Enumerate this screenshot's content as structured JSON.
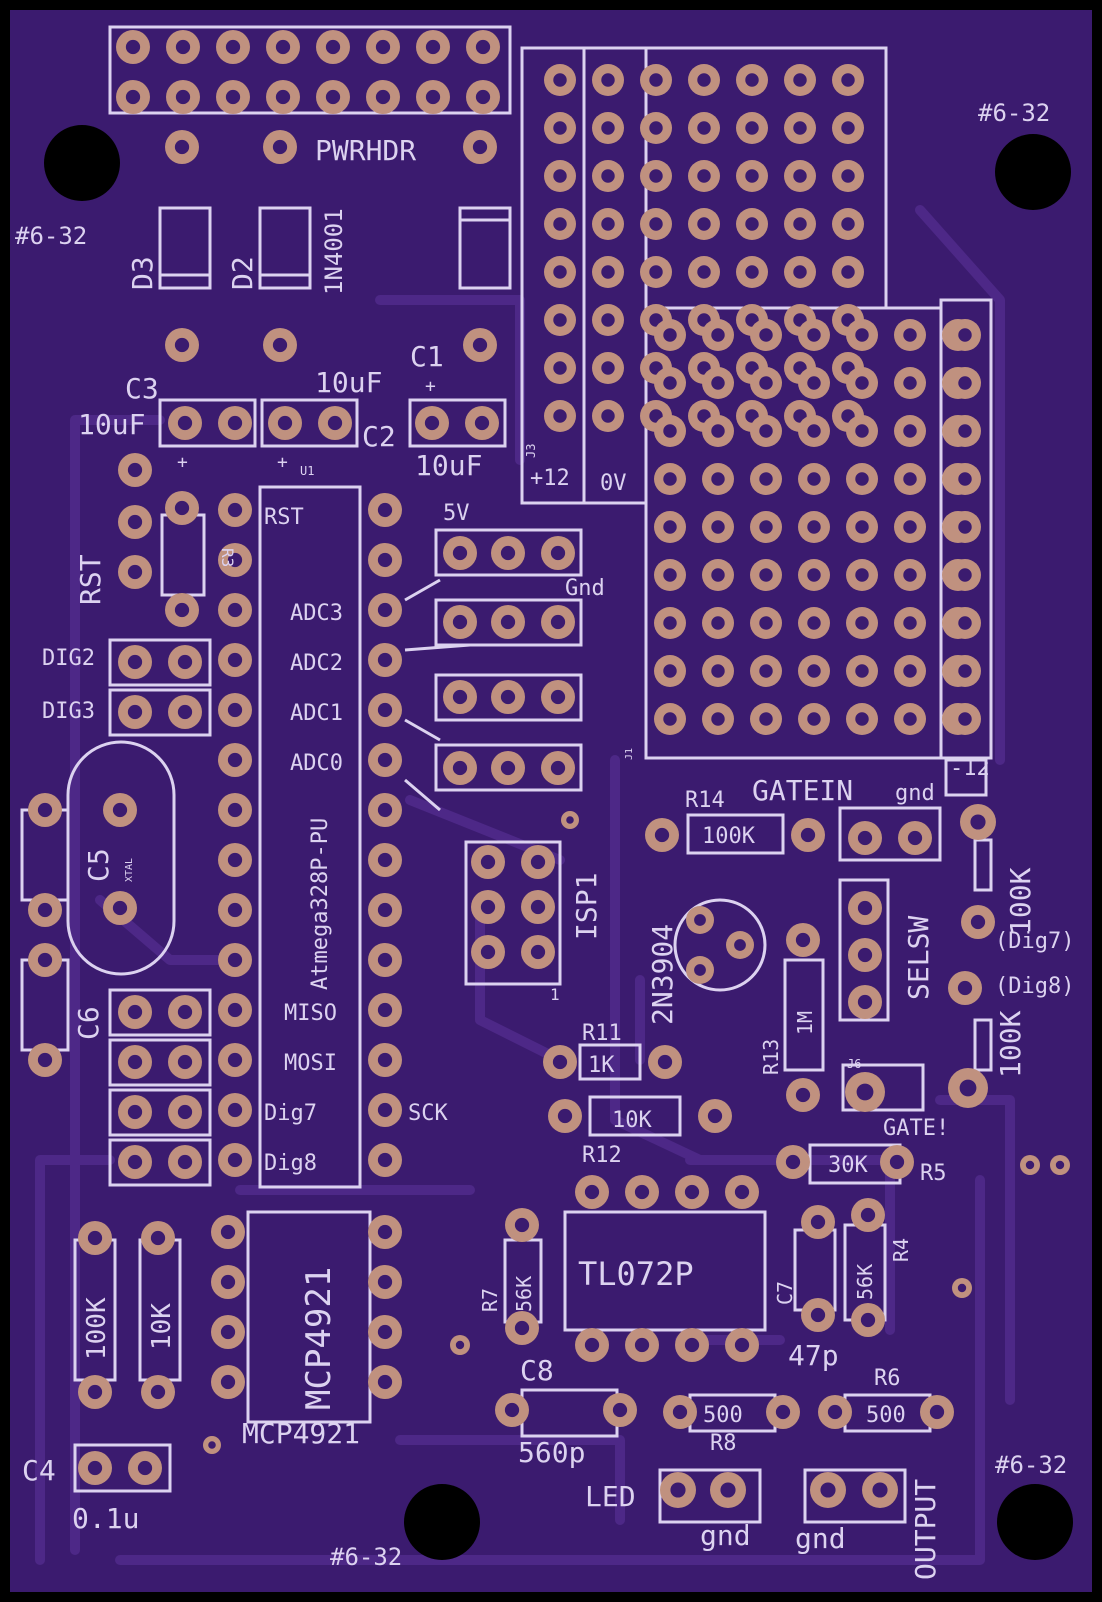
{
  "colors": {
    "board": "#3b1b6f",
    "edge": "#000000",
    "silkscreen": "#dcd2f0",
    "pad": "#c0917f",
    "trace": "#4d2887"
  },
  "labels": {
    "pwrhdr": "PWRHDR",
    "mount_tr": "#6-32",
    "mount_tl": "#6-32",
    "mount_br": "#6-32",
    "mount_bl": "#6-32",
    "d3": "D3",
    "d2": "D2",
    "diode_type": "1N4001",
    "c1": "C1",
    "c1_val": "10uF",
    "c2": "C2",
    "c2_val": "10uF",
    "c3": "C3",
    "c3_val": "10uF",
    "plus": "+",
    "u1": "U1",
    "j3": "J3",
    "v12": "+12",
    "v0": "0V",
    "rst": "RST",
    "r3": "R3",
    "rst_pin": "RST",
    "adc3": "ADC3",
    "adc2": "ADC2",
    "adc1": "ADC1",
    "adc0": "ADC0",
    "miso": "MISO",
    "mosi": "MOSI",
    "dig7": "Dig7",
    "dig8": "Dig8",
    "sck": "SCK",
    "chip": "Atmega328P-PU",
    "v5": "5V",
    "gnd_hdr": "Gnd",
    "dig2": "DIG2",
    "dig3": "DIG3",
    "c5": "C5",
    "xtal": "XTAL",
    "c6": "C6",
    "isp1": "ISP1",
    "isp_pin1": "1",
    "j1": "J1",
    "vneg12": "-12",
    "r14": "R14",
    "r14_val": "100K",
    "gatein": "GATEIN",
    "gnd1": "gnd",
    "selsw": "SELSW",
    "pot_top": "100K",
    "pot_top_pin": "(Dig7)",
    "pot_bot_pin": "(Dig8)",
    "pot_bot": "100K",
    "q1": "2N3904",
    "r13": "R13",
    "r13_val": "1M",
    "j6": "J6",
    "gate": "GATE!",
    "r11": "R11",
    "r11_val": "1K",
    "r12": "R12",
    "r12_val": "10K",
    "r5": "R5",
    "r5_val": "30K",
    "r4": "R4",
    "r4_val": "56K",
    "r7": "R7",
    "r7_val": "56K",
    "opamp": "TL072P",
    "c7": "C7",
    "c7_val": "47p",
    "c8": "C8",
    "c8_val": "560p",
    "r6": "R6",
    "r6_val": "500",
    "r8": "R8",
    "r8_val": "500",
    "led": "LED",
    "gnd2": "gnd",
    "gnd3": "gnd",
    "output": "OUTPUT",
    "r100k": "100K",
    "r10k": "10K",
    "dac_top": "MCP4921",
    "dac_bot": "MCP4921",
    "c4": "C4",
    "c4_val": "0.1u"
  }
}
